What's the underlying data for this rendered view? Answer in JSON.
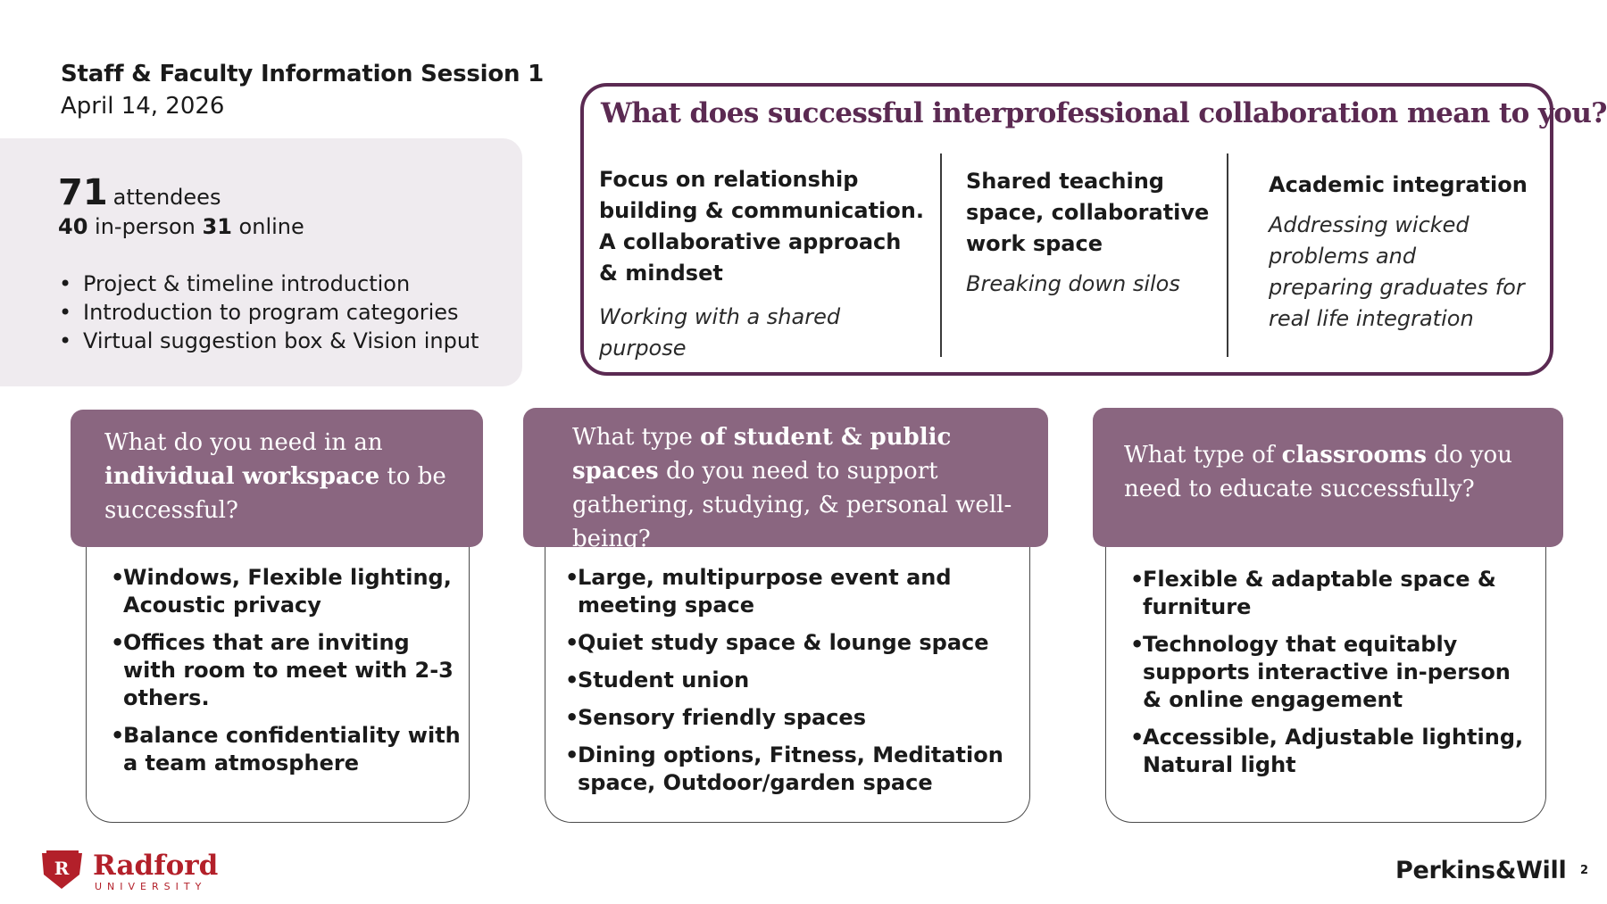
{
  "header": {
    "title": "Staff & Faculty Information Session 1",
    "date": "April 14, 2026"
  },
  "attendees": {
    "total": "71",
    "total_label": "attendees",
    "in_person": "40",
    "in_person_label": "in-person",
    "online": "31",
    "online_label": "online",
    "agenda": [
      "Project & timeline introduction",
      "Introduction to program categories",
      "Virtual suggestion box & Vision input"
    ]
  },
  "collaboration": {
    "title": "What does successful interprofessional collaboration mean to you?",
    "columns": [
      {
        "heading": [
          "Focus on relationship",
          "building & communication.",
          "A collaborative approach",
          "& mindset"
        ],
        "note": [
          "Working with a shared",
          "purpose"
        ]
      },
      {
        "heading": [
          "Shared teaching",
          "space, collaborative",
          "work space"
        ],
        "note": [
          "Breaking down silos"
        ]
      },
      {
        "heading": [
          "Academic integration"
        ],
        "note": [
          "Addressing wicked",
          "problems and",
          "preparing graduates for",
          "real life integration"
        ]
      }
    ]
  },
  "cards": [
    {
      "q_pre": "What do you need in an",
      "q_bold": "individual workspace",
      "q_post": "to be successful?",
      "items": [
        "Windows, Flexible lighting, Acoustic privacy",
        "Offices that are inviting with room to meet with 2-3 others.",
        "Balance confidentiality with a team atmosphere"
      ]
    },
    {
      "q_pre": "What type",
      "q_bold": "of student & public spaces",
      "q_post": "do you need to support gathering, studying, & personal well-being?",
      "items": [
        "Large, multipurpose event and meeting space",
        "Quiet study space & lounge space",
        "Student union",
        "Sensory friendly spaces",
        "Dining options, Fitness, Meditation space, Outdoor/garden space"
      ]
    },
    {
      "q_pre": "What type of",
      "q_bold": "classrooms",
      "q_post": "do you need to educate successfully?",
      "items": [
        "Flexible & adaptable space & furniture",
        "Technology that equitably supports interactive in-person & online engagement",
        "Accessible, Adjustable lighting, Natural light"
      ]
    }
  ],
  "footer": {
    "logo_name": "Radford",
    "logo_sub": "UNIVERSITY",
    "logo_mark": "R",
    "partner": "Perkins&Will",
    "page": "2"
  },
  "colors": {
    "plum": "#5b2a52",
    "card_header": "#8a6680",
    "panel": "#efebef",
    "logo_red": "#b3202a"
  }
}
